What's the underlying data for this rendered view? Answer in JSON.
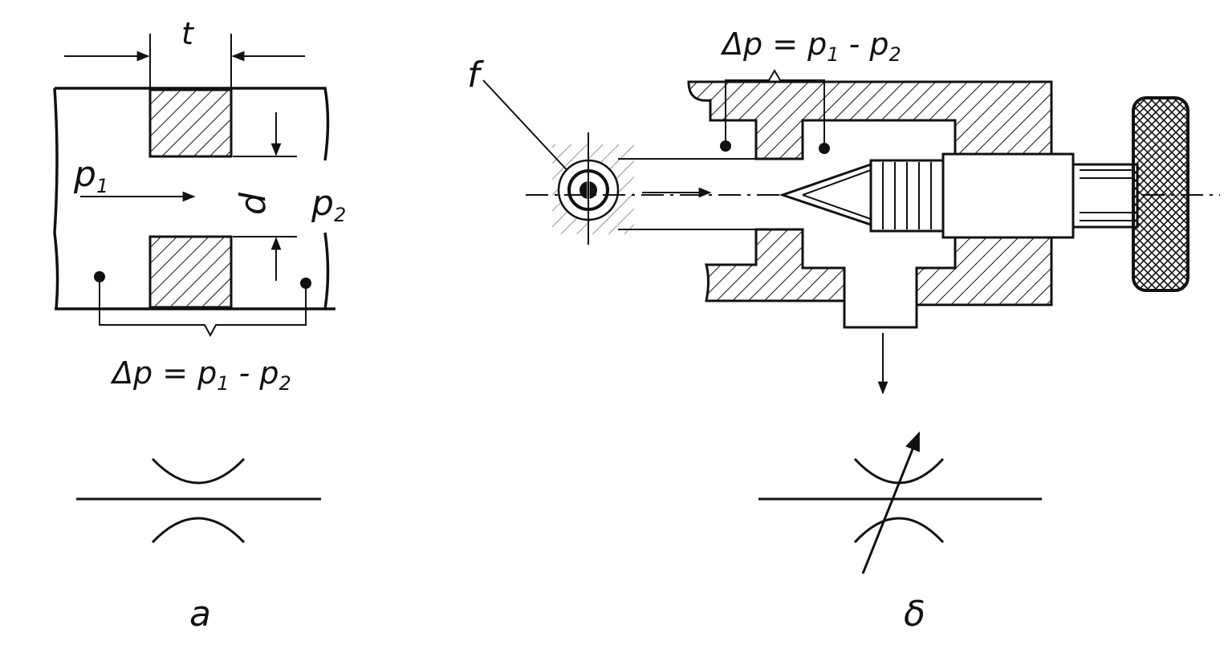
{
  "figure_a": {
    "label": "а",
    "dimension_t": "t",
    "dimension_d": "d",
    "p1": "p",
    "p1_sub": "1",
    "p2": "p",
    "p2_sub": "2",
    "dp": "Δp = p",
    "dp_sub1": "1",
    "dp_mid": " - p",
    "dp_sub2": "2"
  },
  "figure_b": {
    "label": "δ",
    "marker_f": "f",
    "dp": "Δp = p",
    "dp_sub1": "1",
    "dp_mid": " - p",
    "dp_sub2": "2"
  }
}
